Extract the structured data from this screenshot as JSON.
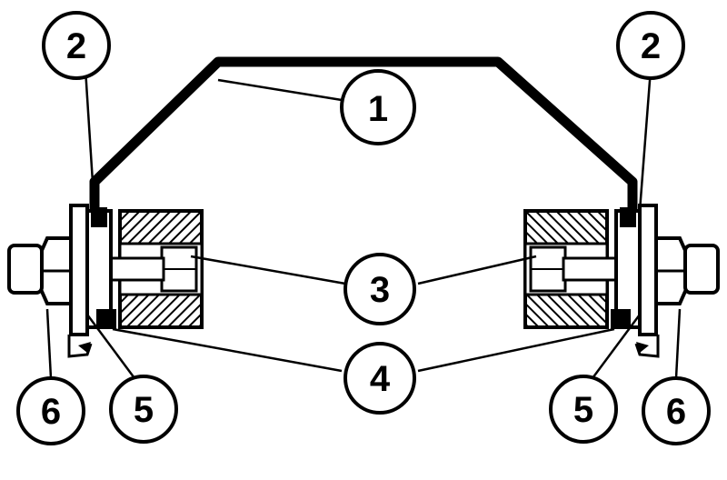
{
  "diagram": {
    "callouts": [
      {
        "id": "c1",
        "label": "1",
        "part": "bracket"
      },
      {
        "id": "c2-left",
        "label": "2",
        "part": "bracket-end-left"
      },
      {
        "id": "c2-right",
        "label": "2",
        "part": "bracket-end-right"
      },
      {
        "id": "c3",
        "label": "3",
        "part": "bolt"
      },
      {
        "id": "c4",
        "label": "4",
        "part": "block-lower-edge"
      },
      {
        "id": "c5-left",
        "label": "5",
        "part": "washer-left"
      },
      {
        "id": "c5-right",
        "label": "5",
        "part": "washer-right"
      },
      {
        "id": "c6-left",
        "label": "6",
        "part": "clamp-plate-left"
      },
      {
        "id": "c6-right",
        "label": "6",
        "part": "clamp-plate-right"
      }
    ]
  }
}
